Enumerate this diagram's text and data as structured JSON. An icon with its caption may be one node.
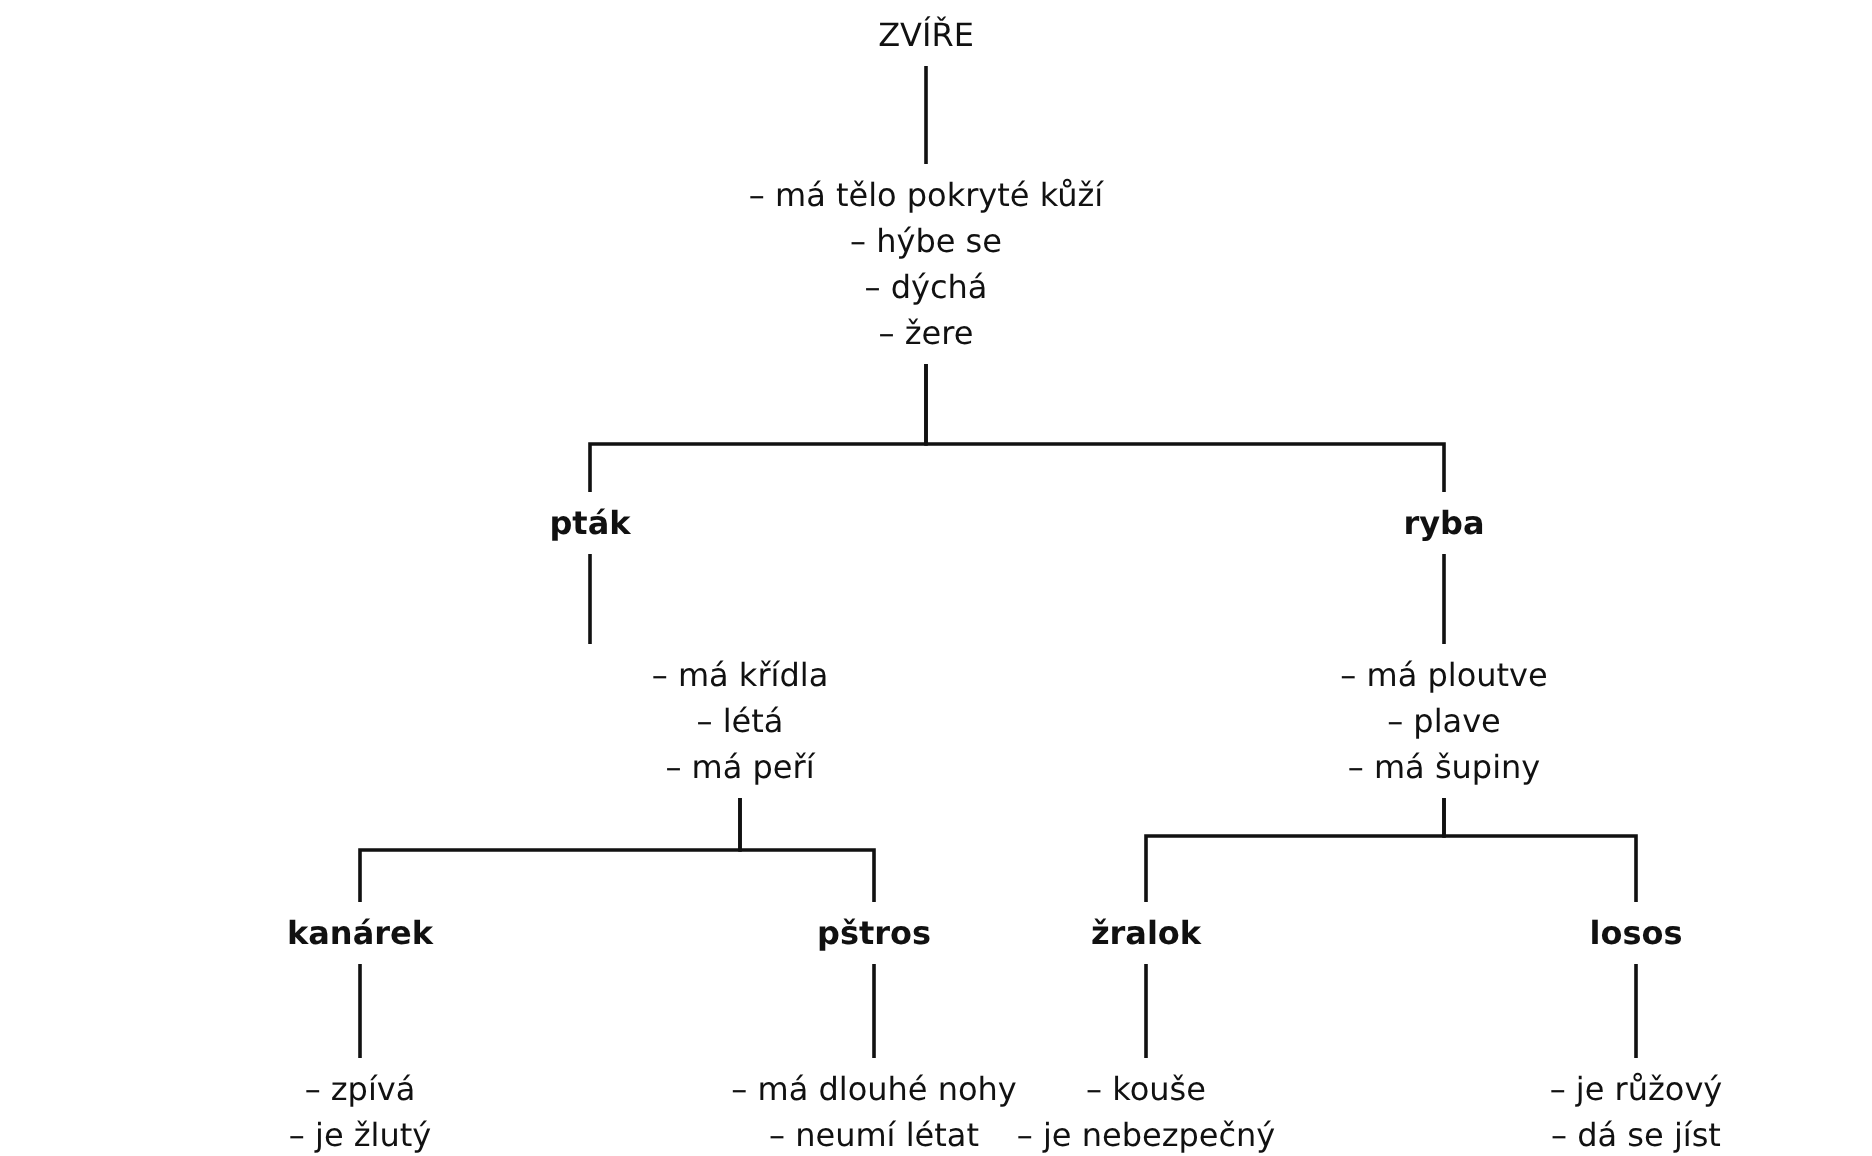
{
  "diagram": {
    "nodes": [
      {
        "text": [
          "ZVÍŘE"
        ]
      },
      {
        "text": [
          "– má tělo pokryté kůží",
          "– hýbe se",
          "– dýchá",
          "– žere"
        ]
      },
      {
        "text": [
          "pták"
        ]
      },
      {
        "text": [
          "ryba"
        ]
      },
      {
        "text": [
          "– má křídla",
          "– létá",
          "– má peří"
        ]
      },
      {
        "text": [
          "– má ploutve",
          "– plave",
          "– má šupiny"
        ]
      },
      {
        "text": [
          "kanárek"
        ]
      },
      {
        "text": [
          "pštros"
        ]
      },
      {
        "text": [
          "žralok"
        ]
      },
      {
        "text": [
          "losos"
        ]
      },
      {
        "text": [
          "– zpívá",
          "– je žlutý"
        ]
      },
      {
        "text": [
          "– má dlouhé nohy",
          "– neumí létat"
        ]
      },
      {
        "text": [
          "– kouše",
          "– je nebezpečný"
        ]
      },
      {
        "text": [
          "– je růžový",
          "– dá se jíst"
        ]
      }
    ],
    "edges": [
      {
        "from": 0,
        "to": 1,
        "arrow": "none"
      },
      {
        "from": 1,
        "to": 2,
        "arrow": "none"
      },
      {
        "from": 1,
        "to": 3,
        "arrow": "none"
      },
      {
        "from": 2,
        "to": 4,
        "arrow": "none"
      },
      {
        "from": 3,
        "to": 5,
        "arrow": "none"
      },
      {
        "from": 4,
        "to": 6,
        "arrow": "none"
      },
      {
        "from": 4,
        "to": 7,
        "arrow": "none"
      },
      {
        "from": 5,
        "to": 8,
        "arrow": "none"
      },
      {
        "from": 5,
        "to": 9,
        "arrow": "none"
      },
      {
        "from": 6,
        "to": 10,
        "arrow": "none"
      },
      {
        "from": 7,
        "to": 11,
        "arrow": "none"
      },
      {
        "from": 8,
        "to": 12,
        "arrow": "none"
      },
      {
        "from": 9,
        "to": 13,
        "arrow": "none"
      }
    ]
  }
}
